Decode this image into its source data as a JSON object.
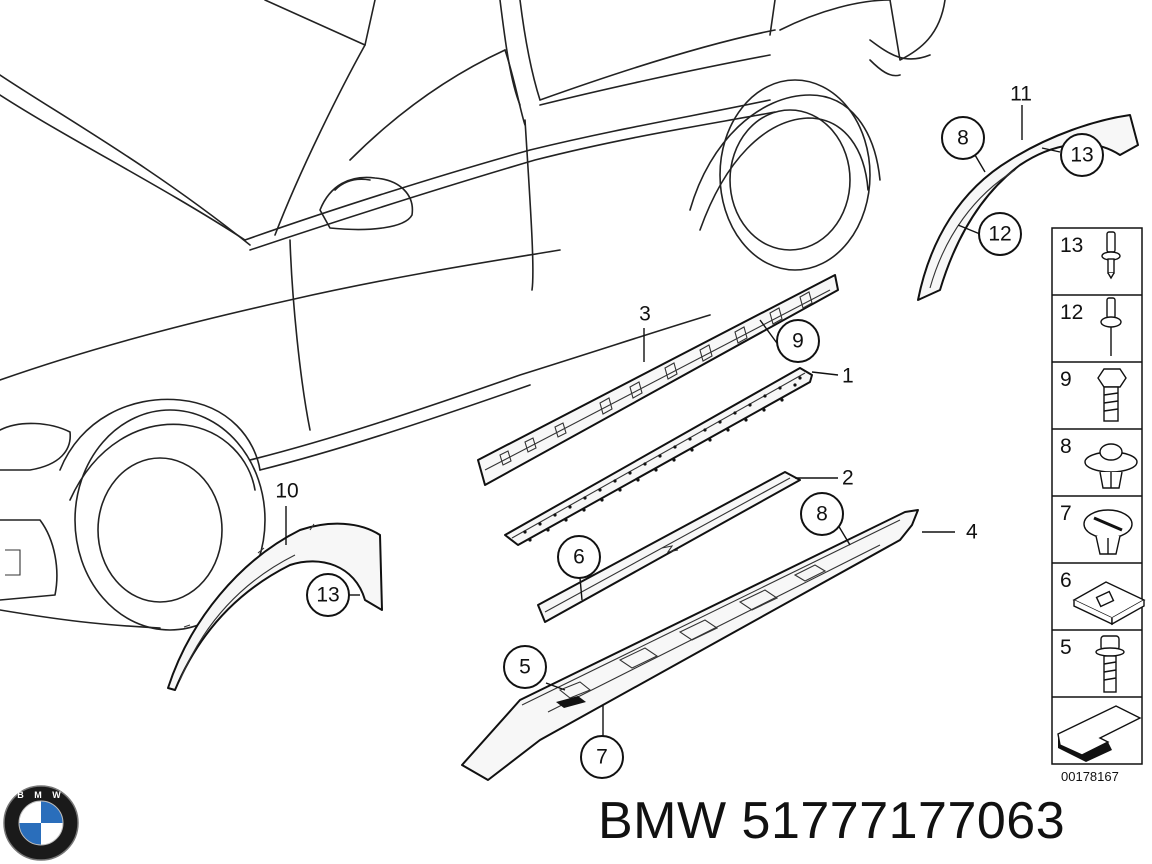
{
  "callouts": {
    "c3": "3",
    "c9a": "9",
    "c1": "1",
    "c2": "2",
    "c6": "6",
    "c8a": "8",
    "c4": "4",
    "c5": "5",
    "c7": "7",
    "c10": "10",
    "c13a": "13",
    "c11": "11",
    "c8b": "8",
    "c13b": "13",
    "c12": "12"
  },
  "legend": {
    "items": [
      {
        "num": "13",
        "icon": "push-rivet-icon"
      },
      {
        "num": "12",
        "icon": "push-rivet-icon"
      },
      {
        "num": "9",
        "icon": "hex-bolt-icon"
      },
      {
        "num": "8",
        "icon": "plastic-clip-icon"
      },
      {
        "num": "7",
        "icon": "expanding-nut-icon"
      },
      {
        "num": "6",
        "icon": "clip-plate-icon"
      },
      {
        "num": "5",
        "icon": "collar-screw-icon"
      }
    ],
    "arrow_icon": "direction-arrow-icon",
    "diagram_id": "00178167"
  },
  "logo": {
    "text": "BMW",
    "colors": {
      "ring": "#111111",
      "blue": "#2a6ebb",
      "white": "#ffffff"
    }
  },
  "footer": {
    "title": "BMW 51777177063"
  }
}
